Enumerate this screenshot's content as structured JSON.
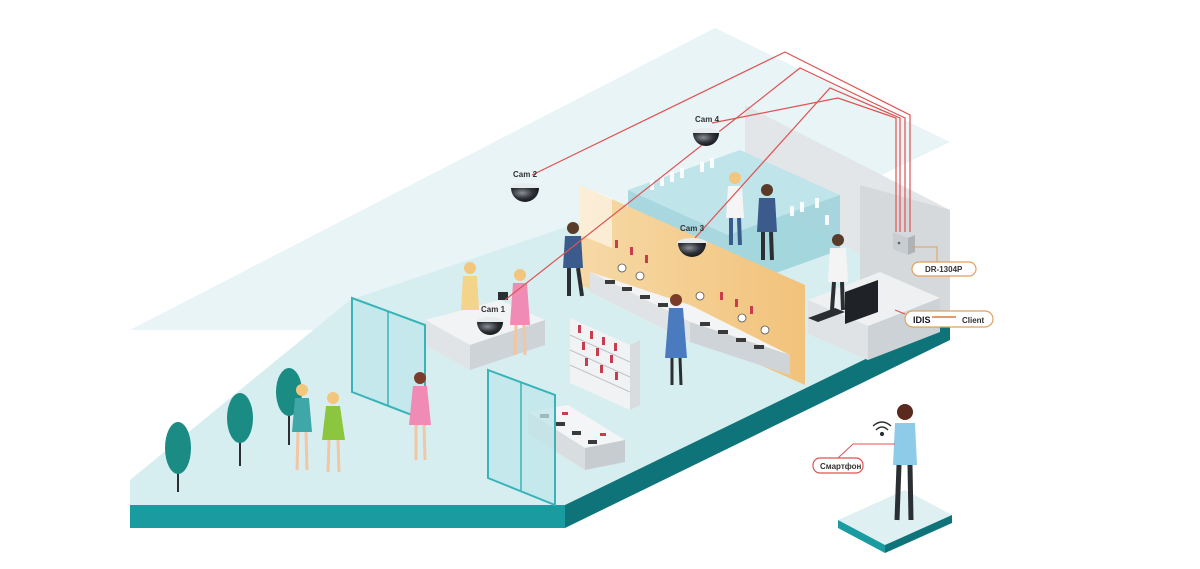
{
  "cameras": [
    {
      "label": "Cam 1"
    },
    {
      "label": "Cam 2"
    },
    {
      "label": "Cam 3"
    },
    {
      "label": "Cam 4"
    }
  ],
  "recorder": {
    "label": "DR-1304P"
  },
  "client": {
    "brand": "IDIS",
    "label": "Client"
  },
  "smartphone": {
    "label": "Смартфон"
  },
  "colors": {
    "floor": "#cde9ec",
    "floor_edge": "#1a9aa0",
    "floor_edge_dark": "#0c6f73",
    "ceiling": "#e6f3f5",
    "cable": "#e05050",
    "callout_border": "#e0a060",
    "tree": "#1b8c84"
  }
}
